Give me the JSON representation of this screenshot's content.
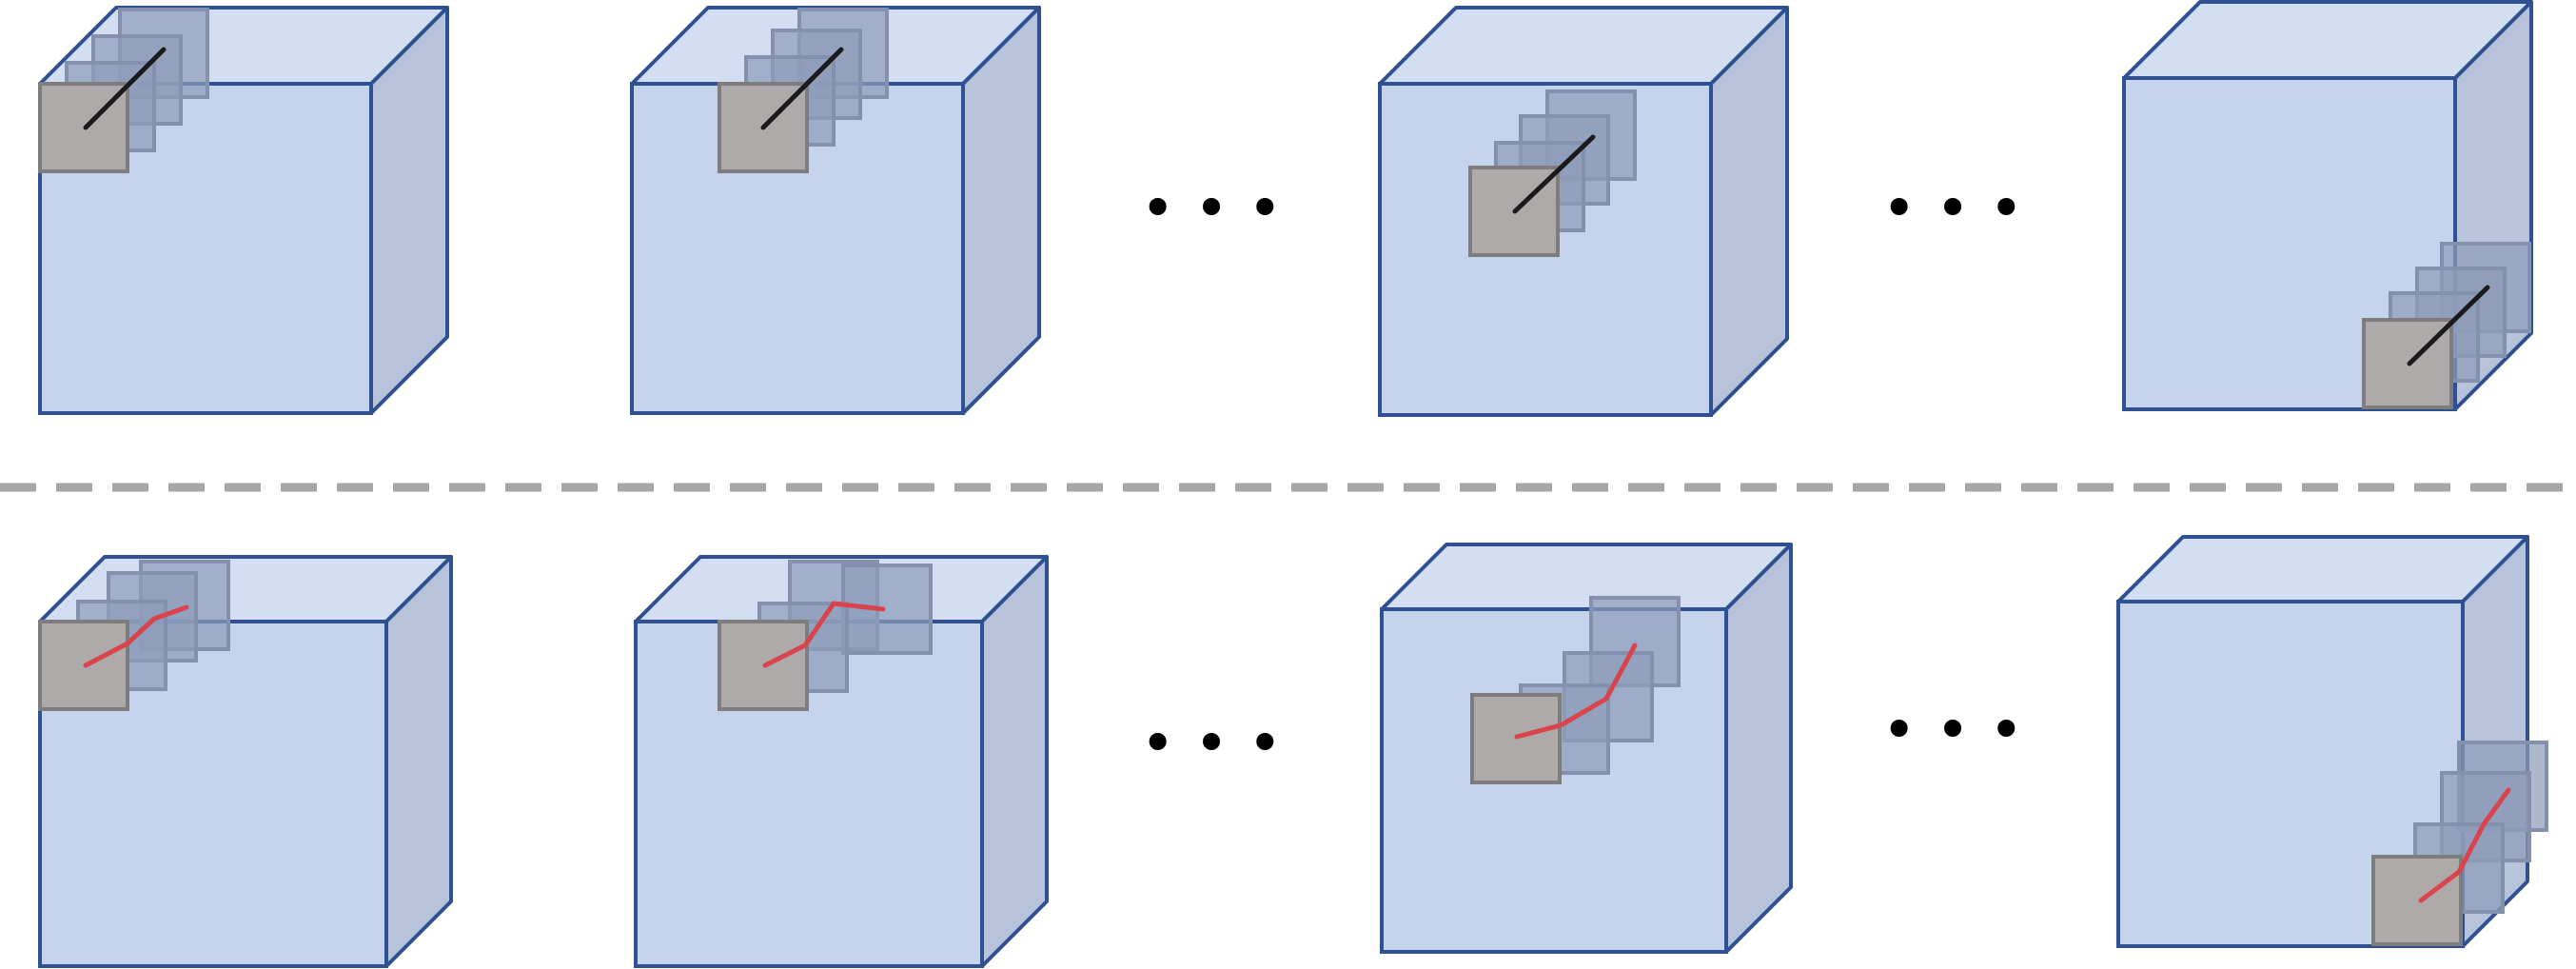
{
  "colors": {
    "cube_front": "#c5d4ec",
    "cube_top": "#d3def2",
    "cube_side": "#b7c3da",
    "cube_edge": "#2f5191",
    "patch_ghost": "#8e9cba",
    "patch_ghost_edge": "#8390ae",
    "patch_current": "#aeaaaa",
    "patch_current_edge": "#7d7d7d",
    "trajectory_straight": "#1a1a1a",
    "trajectory_curved": "#d9444c",
    "separator": "#a6a6a6",
    "ellipsis": "#000000"
  },
  "rows": [
    {
      "name": "straight-trajectory-row",
      "trajectory": "straight",
      "panels": [
        "start-corner",
        "near-start",
        "middle",
        "end-corner"
      ],
      "ellipses_between": [
        2,
        3
      ]
    },
    {
      "name": "curved-trajectory-row",
      "trajectory": "curved",
      "panels": [
        "start-corner",
        "near-start",
        "middle",
        "end-corner"
      ],
      "ellipses_between": [
        2,
        3
      ]
    }
  ],
  "ellipsis_text": "• • •"
}
